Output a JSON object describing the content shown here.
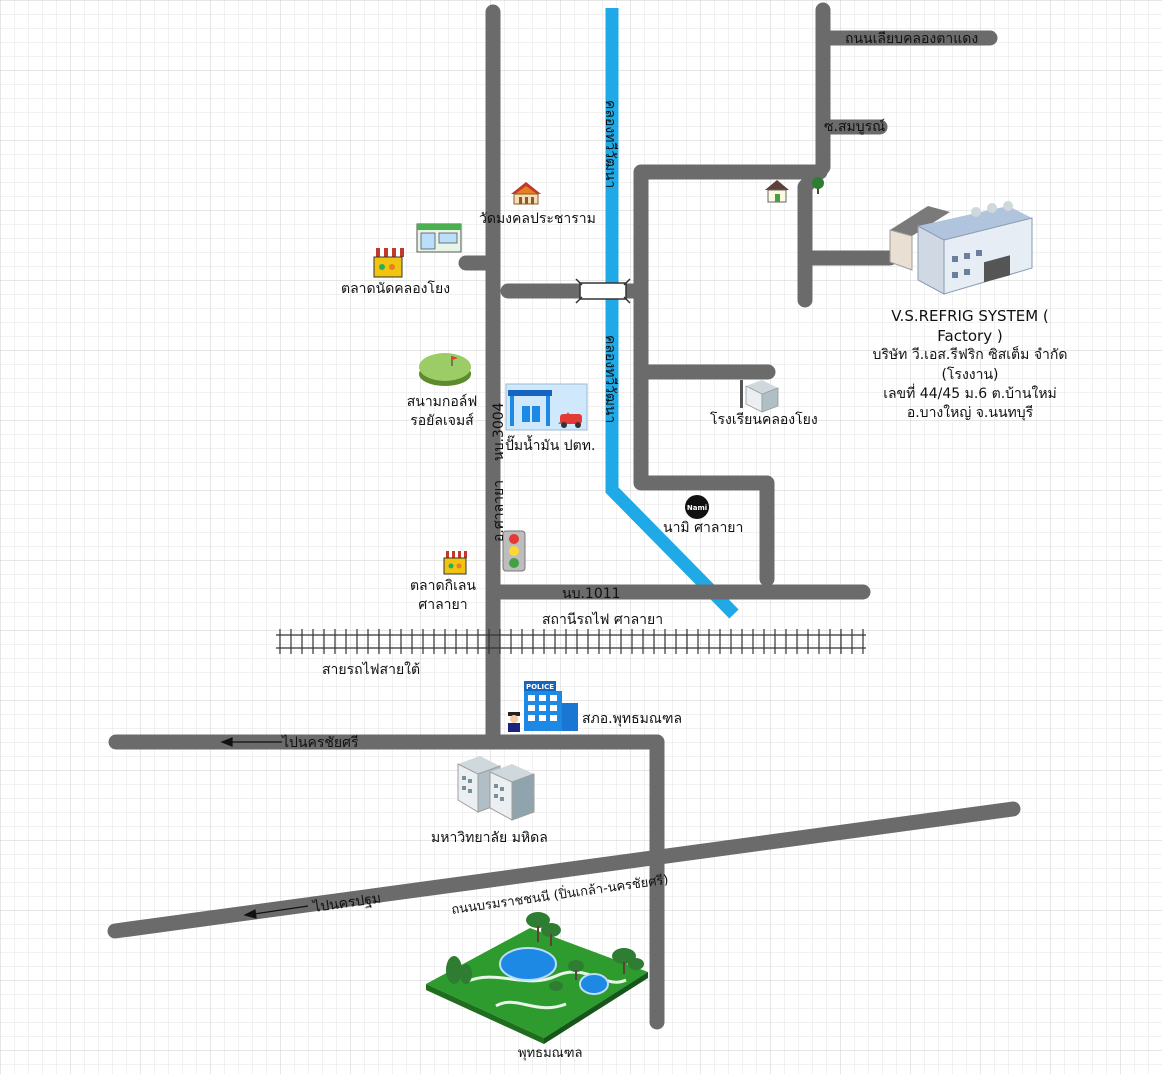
{
  "map": {
    "colors": {
      "road": "#6b6b6b",
      "canal": "#1fa9e6",
      "rail": "#333333",
      "grid": "#dcdcdc",
      "grid_major": "#c9c9c9"
    },
    "roads": {
      "liab_khlong": "ถนนเลียบคลองตาแดง",
      "soi_sombun": "ซ.สมบูรณ์",
      "nb3004_rot": "นบ.3004",
      "nb3004_a": "อ.ศาลายา",
      "nb1011": "นบ.1011",
      "borommaratchachonnani": "ถนนบรมราชชนนี (ปิ่นเกล้า-นครชัยศรี)",
      "to_nakhon_chai_si": "ไปนครชัยศรี",
      "to_nakhon_pathom": "ไปนครปฐม"
    },
    "canal": {
      "upper": "คลองทวีวัฒนา",
      "lower": "คลองทวีวัฒนา"
    },
    "rail": {
      "line": "สายรถไฟสายใต้",
      "station": "สถานีรถไฟ ศาลายา"
    },
    "places": {
      "wat": "วัดมงคลประชาราม",
      "market_khlong_yong": "ตลาดนัดคลองโยง",
      "golf_1": "สนามกอล์ฟ",
      "golf_2": "รอยัลเจมส์",
      "ptt": "ปั๊มน้ำมัน ปตท.",
      "school": "โรงเรียนคลองโยง",
      "nami": "นามิ ศาลายา",
      "nami_badge": "Nami",
      "market_salaya_1": "ตลาดกิเลน",
      "market_salaya_2": "ศาลายา",
      "police": "สภอ.พุทธมณฑล",
      "police_sign": "POLICE",
      "mahidol": "มหาวิทยาลัย มหิดล",
      "phutthamonthon": "พุทธมณฑล"
    },
    "factory": {
      "line1": "V.S.REFRIG SYSTEM (",
      "line2": "Factory )",
      "line3": "บริษัท วี.เอส.รีฟริก ซิสเต็ม จำกัด",
      "line4": "(โรงงาน)",
      "line5": "เลขที่ 44/45 ม.6 ต.บ้านใหม่",
      "line6": "อ.บางใหญ่ จ.นนทบุรี"
    },
    "icons": [
      "temple-icon",
      "shop-icon",
      "market-stall-icon",
      "golf-course-icon",
      "gas-station-icon",
      "school-building-icon",
      "house-icon",
      "tree-icon",
      "factory-icon",
      "traffic-light-icon",
      "police-station-icon",
      "police-officer-icon",
      "university-icon",
      "park-icon",
      "bridge-icon",
      "arrow-left-icon"
    ]
  }
}
